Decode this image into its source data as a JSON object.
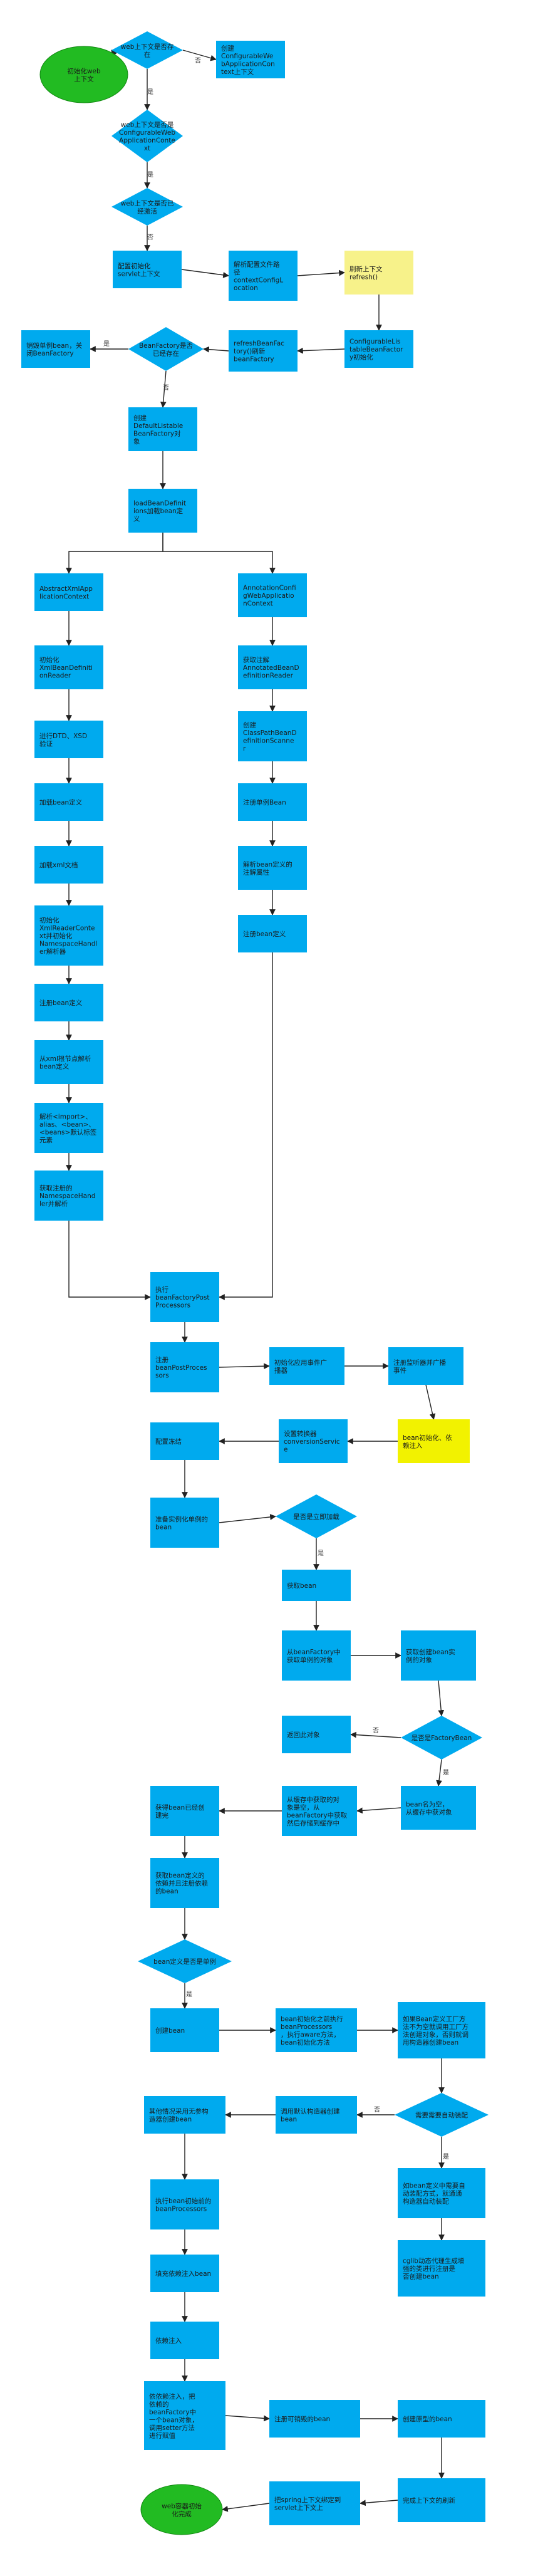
{
  "nodes": [
    {
      "id": "start",
      "shape": "ellipse",
      "fill": "#22bb22",
      "text": [
        "初始化web",
        "上下文"
      ]
    },
    {
      "id": "d_exist",
      "shape": "diamond",
      "text": [
        "web上下文是否存",
        "在"
      ]
    },
    {
      "id": "create_ctx",
      "shape": "box",
      "text": [
        "创建",
        "ConfigurableWe",
        "bApplicationCon",
        "text上下文"
      ]
    },
    {
      "id": "d_is_cfg",
      "shape": "diamond",
      "text": [
        "web上下文是否是",
        "ConfigurableWeb",
        "ApplicationConte",
        "xt"
      ]
    },
    {
      "id": "d_active",
      "shape": "diamond",
      "text": [
        "web上下文是否已",
        "经激活"
      ]
    },
    {
      "id": "cfg_servlet",
      "shape": "box",
      "text": [
        "配置初始化",
        "servlet上下文"
      ]
    },
    {
      "id": "parse_cfg",
      "shape": "box",
      "text": [
        "解析配置文件路",
        "径",
        "contextConfigL",
        "ocation"
      ]
    },
    {
      "id": "refresh",
      "shape": "box",
      "fill": "#f7f28a",
      "text": [
        "刷新上下文",
        "refresh()"
      ]
    },
    {
      "id": "cfg_bf_init",
      "shape": "box",
      "text": [
        "ConfigurableLis",
        "tableBeanFactor",
        "y初始化"
      ]
    },
    {
      "id": "refresh_bf",
      "shape": "box",
      "text": [
        "refreshBeanFac",
        "tory()刷新",
        "beanFactory"
      ]
    },
    {
      "id": "d_bf_exist",
      "shape": "diamond",
      "text": [
        "BeanFactory是否",
        "已经存在"
      ]
    },
    {
      "id": "destroy",
      "shape": "box",
      "text": [
        "销毁单例bean，关",
        "闭BeanFactory"
      ]
    },
    {
      "id": "create_dlbf",
      "shape": "box",
      "text": [
        "创建",
        "DefaultListable",
        "BeanFactory对",
        "象"
      ]
    },
    {
      "id": "load_defs",
      "shape": "box",
      "text": [
        "loadBeanDefinit",
        "ions加载bean定",
        "义"
      ]
    },
    {
      "id": "abs_xml",
      "shape": "box",
      "text": [
        "AbstractXmlApp",
        "licationContext"
      ]
    },
    {
      "id": "init_reader",
      "shape": "box",
      "text": [
        "初始化",
        "XmlBeanDefiniti",
        "onReader"
      ]
    },
    {
      "id": "dtd",
      "shape": "box",
      "text": [
        "进行DTD、XSD",
        "验证"
      ]
    },
    {
      "id": "load_bean_l",
      "shape": "box",
      "text": [
        "加载bean定义"
      ]
    },
    {
      "id": "load_xml",
      "shape": "box",
      "text": [
        "加载xml文档"
      ]
    },
    {
      "id": "init_ctx",
      "shape": "box",
      "text": [
        "初始化",
        "XmlReaderConte",
        "xt并初始化",
        "NamespaceHandl",
        "er解析器"
      ]
    },
    {
      "id": "reg_bean_l",
      "shape": "box",
      "text": [
        "注册bean定义"
      ]
    },
    {
      "id": "parse_elem",
      "shape": "box",
      "text": [
        "从xml根节点解析",
        "bean定义"
      ]
    },
    {
      "id": "parse_import",
      "shape": "box",
      "text": [
        "解析<import>、",
        "alias、<bean>、",
        "<beans>默认标签",
        "元素"
      ]
    },
    {
      "id": "get_ns",
      "shape": "box",
      "text": [
        "获取注册的",
        "NamespaceHand",
        "ler并解析"
      ]
    },
    {
      "id": "anno_ctx",
      "shape": "box",
      "text": [
        "AnnotationConfi",
        "gWebApplicatio",
        "nContext"
      ]
    },
    {
      "id": "get_reader",
      "shape": "box",
      "text": [
        "获取注解",
        "AnnotatedBeanD",
        "efinitionReader"
      ]
    },
    {
      "id": "create_scanner",
      "shape": "box",
      "text": [
        "创建",
        "ClassPathBeanD",
        "efinitionScanne",
        "r"
      ]
    },
    {
      "id": "reg_single",
      "shape": "box",
      "text": [
        "注册单例Bean"
      ]
    },
    {
      "id": "parse_anno",
      "shape": "box",
      "text": [
        "解析bean定义的",
        "注解属性"
      ]
    },
    {
      "id": "reg_bean_r",
      "shape": "box",
      "text": [
        "注册bean定义"
      ]
    },
    {
      "id": "exec_bfpp",
      "shape": "box",
      "text": [
        "执行",
        "beanFactoryPost",
        "Processors"
      ]
    },
    {
      "id": "reg_bpp",
      "shape": "box",
      "text": [
        "注册",
        "beanPostProces",
        "sors"
      ]
    },
    {
      "id": "init_event",
      "shape": "box",
      "text": [
        "初始化应用事件广",
        "播器"
      ]
    },
    {
      "id": "reg_listener",
      "shape": "box",
      "text": [
        "注册监听器并广播",
        "事件"
      ]
    },
    {
      "id": "bean_init",
      "shape": "box",
      "fill": "#f2f200",
      "text": [
        "bean初始化、依",
        "赖注入"
      ]
    },
    {
      "id": "set_conv",
      "shape": "box",
      "text": [
        "设置转换器",
        "conversionServic",
        "e"
      ]
    },
    {
      "id": "freeze",
      "shape": "box",
      "text": [
        "配置冻结"
      ]
    },
    {
      "id": "prep_inst",
      "shape": "box",
      "text": [
        "准备实例化单例的",
        "bean"
      ]
    },
    {
      "id": "d_lazy",
      "shape": "diamond",
      "text": [
        "是否是立即加载"
      ]
    },
    {
      "id": "get_bean",
      "shape": "box",
      "text": [
        "获取bean"
      ]
    },
    {
      "id": "get_from_bf",
      "shape": "box",
      "text": [
        "从beanFactory中",
        "获取单例的对象"
      ]
    },
    {
      "id": "get_instance",
      "shape": "box",
      "text": [
        "获取创建bean实",
        "例的对象"
      ]
    },
    {
      "id": "d_is_fb",
      "shape": "diamond",
      "text": [
        "是否是FactoryBean"
      ]
    },
    {
      "id": "return_obj",
      "shape": "box",
      "text": [
        "返回此对象"
      ]
    },
    {
      "id": "bean_name",
      "shape": "box",
      "text": [
        "bean名为空，",
        "从缓存中获对象"
      ]
    },
    {
      "id": "cache_name",
      "shape": "box",
      "text": [
        "从缓存中获取的对",
        "象是空，从",
        "beanFactory中获取",
        "然后存储到缓存中"
      ]
    },
    {
      "id": "get_created",
      "shape": "box",
      "text": [
        "获得bean已经创",
        "建完"
      ]
    },
    {
      "id": "get_dep",
      "shape": "box",
      "text": [
        "获取bean定义的",
        "依赖并且注册依赖",
        "的bean"
      ]
    },
    {
      "id": "d_scope",
      "shape": "diamond",
      "text": [
        "bean定义是否是单例"
      ]
    },
    {
      "id": "create_bean",
      "shape": "box",
      "text": [
        "创建bean"
      ]
    },
    {
      "id": "bean_init_pre",
      "shape": "box",
      "text": [
        "bean初始化之前执行",
        "beanProcessors",
        "，执行aware方法，",
        "bean初始化方法"
      ]
    },
    {
      "id": "init_factory",
      "shape": "box",
      "text": [
        "如果Bean定义工厂方",
        "法不为空就调用工厂方",
        "法创建对象，否则就调",
        "用构造器创建bean"
      ]
    },
    {
      "id": "d_autowire",
      "shape": "diamond",
      "text": [
        "需要需要自动装配"
      ]
    },
    {
      "id": "call_ctor",
      "shape": "box",
      "text": [
        "调用默认构造器创建",
        "bean"
      ]
    },
    {
      "id": "ref_other",
      "shape": "box",
      "text": [
        "其他情况采用无参构",
        "造器创建bean"
      ]
    },
    {
      "id": "autowire_mode",
      "shape": "box",
      "text": [
        "如bean定义中需要自",
        "动装配方式，就通通",
        "构造器自动装配"
      ]
    },
    {
      "id": "exec_bpp",
      "shape": "box",
      "text": [
        "执行bean初始前的",
        "beanProcessors"
      ]
    },
    {
      "id": "cglib",
      "shape": "box",
      "text": [
        "cglib动态代理生成增",
        "强的类进行注册是",
        "否创建bean"
      ]
    },
    {
      "id": "fill_attr",
      "shape": "box",
      "text": [
        "填充依赖注入bean"
      ]
    },
    {
      "id": "dep_inject",
      "shape": "box",
      "text": [
        "依赖注入"
      ]
    },
    {
      "id": "inject_factory",
      "shape": "box",
      "text": [
        "依依赖注入，把",
        "依赖的",
        "beanFactory中",
        "一个bean对象，",
        "调用setter方法",
        "进行赋值"
      ]
    },
    {
      "id": "reg_destroy",
      "shape": "box",
      "text": [
        "注册可销毁的bean"
      ]
    },
    {
      "id": "create_proto",
      "shape": "box",
      "text": [
        "创建原型的bean"
      ]
    },
    {
      "id": "finish_refresh",
      "shape": "box",
      "text": [
        "完成上下文的刷新"
      ]
    },
    {
      "id": "set_root",
      "shape": "box",
      "text": [
        "把spring上下文绑定到",
        "servlet上下文上"
      ]
    },
    {
      "id": "end",
      "shape": "ellipse",
      "fill": "#22bb22",
      "text": [
        "web容器初始",
        "化完成"
      ]
    }
  ],
  "edge_labels": {
    "yes": "是",
    "no": "否"
  }
}
